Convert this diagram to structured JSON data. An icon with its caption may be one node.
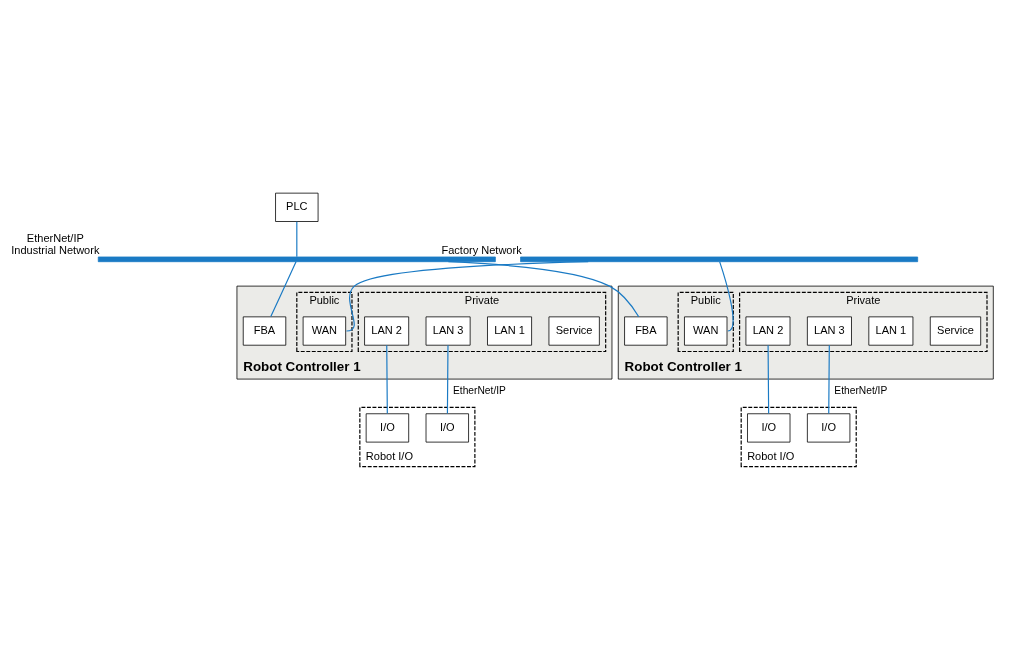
{
  "diagram": {
    "nodes": [
      {
        "text": [
          "PLC"
        ]
      },
      {
        "text": [],
        "shape": "bar",
        "beside": [
          "EtherNet/IP",
          "Industrial Network"
        ]
      },
      {
        "text": [],
        "shape": "bar",
        "beside": [
          "Factory Network"
        ]
      },
      {
        "text": [
          "Robot Controller 1"
        ]
      },
      {
        "text": [
          "FBA"
        ],
        "in": 3
      },
      {
        "text": [
          "Private"
        ],
        "in": 3
      },
      {
        "text": [
          "Service"
        ],
        "in": 5
      },
      {
        "text": [
          "LAN 1"
        ],
        "in": 5
      },
      {
        "text": [
          "LAN 2"
        ],
        "in": 5
      },
      {
        "text": [
          "LAN 3"
        ],
        "in": 5
      },
      {
        "text": [
          "Public"
        ],
        "in": 3
      },
      {
        "text": [
          "WAN"
        ],
        "in": 10
      },
      {
        "text": [
          "Robot I/O"
        ]
      },
      {
        "text": [
          "I/O"
        ],
        "in": 12
      },
      {
        "text": [
          "I/O"
        ],
        "in": 12
      },
      {
        "text": [
          "Robot Controller 1"
        ]
      },
      {
        "text": [
          "FBA"
        ],
        "in": 15
      },
      {
        "text": [
          "Private"
        ],
        "in": 15
      },
      {
        "text": [
          "Service"
        ],
        "in": 17
      },
      {
        "text": [
          "LAN 1"
        ],
        "in": 17
      },
      {
        "text": [
          "LAN 2"
        ],
        "in": 17
      },
      {
        "text": [
          "LAN 3"
        ],
        "in": 17
      },
      {
        "text": [
          "Public"
        ],
        "in": 15
      },
      {
        "text": [
          "WAN"
        ],
        "in": 22
      },
      {
        "text": [
          "Robot I/O"
        ]
      },
      {
        "text": [
          "I/O"
        ],
        "in": 24
      },
      {
        "text": [
          "I/O"
        ],
        "in": 24
      }
    ],
    "edges": [
      {
        "from": 0,
        "to": 1,
        "arrow": "none"
      },
      {
        "from": 1,
        "to": 4,
        "arrow": "none"
      },
      {
        "from": 1,
        "to": 16,
        "arrow": "none"
      },
      {
        "from": 2,
        "to": 11,
        "arrow": "none"
      },
      {
        "from": 2,
        "to": 23,
        "arrow": "none"
      },
      {
        "from": 8,
        "to": 13,
        "arrow": "none"
      },
      {
        "from": 9,
        "to": 14,
        "arrow": "none",
        "label": "EtherNet/IP"
      },
      {
        "from": 20,
        "to": 25,
        "arrow": "none"
      },
      {
        "from": 21,
        "to": 26,
        "arrow": "none",
        "label": "EtherNet/IP"
      }
    ]
  }
}
